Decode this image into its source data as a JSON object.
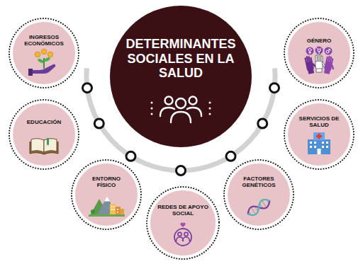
{
  "diagram": {
    "nodes": [
      {
        "text": [
          "DETERMINANTES SOCIALES EN LA SALUD"
        ]
      },
      {
        "text": [
          "INGRESOS ECONÓMICOS"
        ]
      },
      {
        "text": [
          "EDUCACIÓN"
        ]
      },
      {
        "text": [
          "ENTORNO FÍSICO"
        ]
      },
      {
        "text": [
          "REDES DE APOYO SOCIAL"
        ]
      },
      {
        "text": [
          "FACTORES GENÉTICOS"
        ]
      },
      {
        "text": [
          "SERVICIOS DE SALUD"
        ]
      },
      {
        "text": [
          "GÉNERO"
        ]
      }
    ]
  }
}
